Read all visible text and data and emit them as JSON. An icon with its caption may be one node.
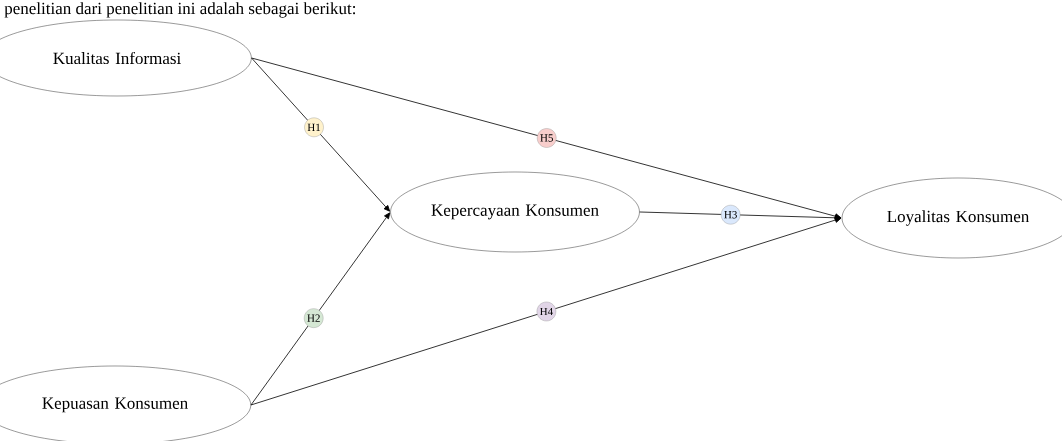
{
  "diagram": {
    "nodes": [
      {
        "text": [
          "Kualitas Informasi"
        ]
      },
      {
        "text": [
          "Kepercayaan Konsumen"
        ]
      },
      {
        "text": [
          "Loyalitas Konsumen"
        ]
      },
      {
        "text": [
          "Kepuasan Konsumen"
        ]
      }
    ],
    "edges": [
      {
        "from": 0,
        "to": 1,
        "arrow": "to",
        "label": "H1"
      },
      {
        "from": 3,
        "to": 1,
        "arrow": "to",
        "label": "H2"
      },
      {
        "from": 1,
        "to": 2,
        "arrow": "to",
        "label": "H3"
      },
      {
        "from": 3,
        "to": 2,
        "arrow": "to",
        "label": "H4"
      },
      {
        "from": 0,
        "to": 2,
        "arrow": "to",
        "label": "H5"
      }
    ],
    "labels": [
      "penelitian dari penelitian ini adalah sebagai berikut:"
    ]
  }
}
